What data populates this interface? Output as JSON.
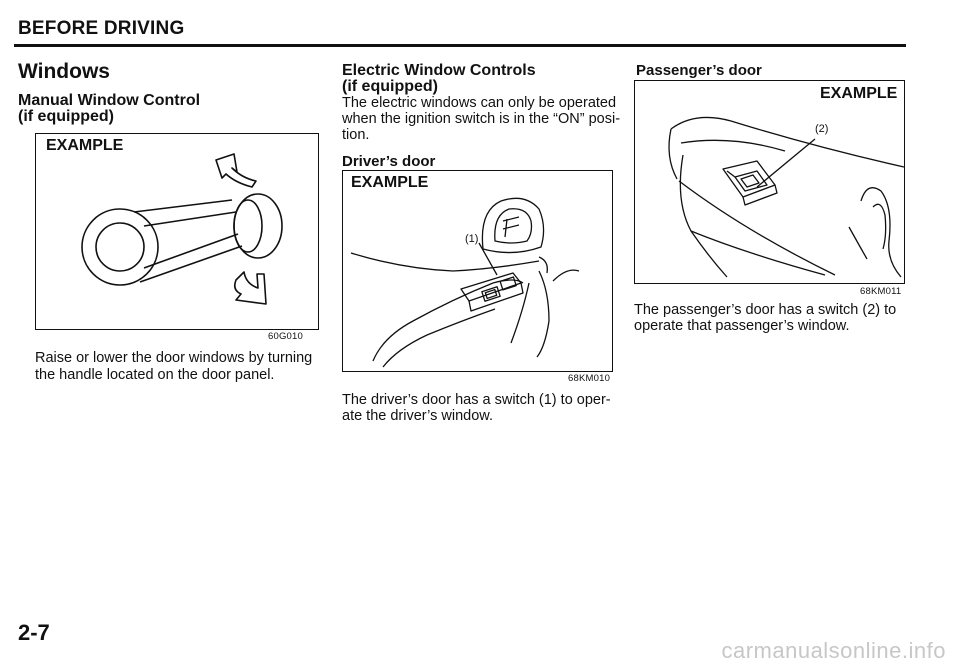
{
  "header": {
    "section_title": "BEFORE DRIVING"
  },
  "column1": {
    "title": "Windows",
    "subtitle_line1": "Manual Window Control",
    "subtitle_line2": "(if equipped)",
    "figure": {
      "label": "EXAMPLE",
      "code": "60G010"
    },
    "body_line1": "Raise or lower the door windows by turning",
    "body_line2": "the handle located on the door panel."
  },
  "column2": {
    "title_line1": "Electric Window Controls",
    "title_line2": "(if equipped)",
    "intro_line1": "The electric windows can only be operated",
    "intro_line2": "when the ignition switch is in the “ON” posi-",
    "intro_line3": "tion.",
    "subheading": "Driver’s door",
    "figure": {
      "label": "EXAMPLE",
      "callout": "(1)",
      "code": "68KM010"
    },
    "body_line1": "The driver’s door has a switch (1) to oper-",
    "body_line2": "ate the driver’s window."
  },
  "column3": {
    "subheading": "Passenger’s door",
    "figure": {
      "label": "EXAMPLE",
      "callout": "(2)",
      "code": "68KM011"
    },
    "body_line1": "The passenger’s door has a switch (2) to",
    "body_line2": "operate that passenger’s window."
  },
  "footer": {
    "page_number": "2-7",
    "watermark": "carmanualsonline.info"
  }
}
